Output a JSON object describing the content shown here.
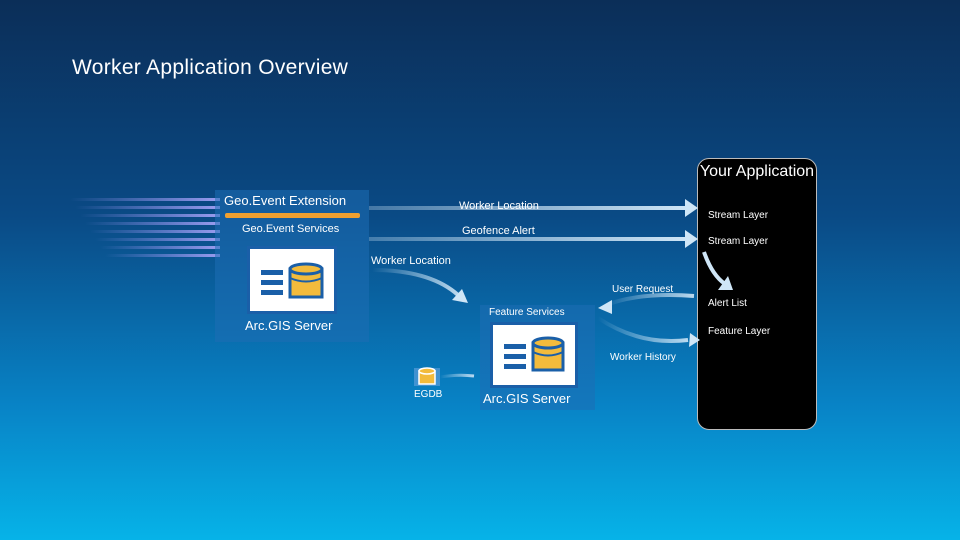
{
  "title": "Worker Application Overview",
  "geoevent": {
    "heading": "Geo.Event Extension",
    "services_label": "Geo.Event Services",
    "server_label": "Arc.GIS Server"
  },
  "arcgis_server": {
    "feature_services_label": "Feature Services",
    "server_label": "Arc.GIS Server",
    "egdb_label": "EGDB"
  },
  "app": {
    "title": "Your Application",
    "layers": [
      "Stream Layer",
      "Stream Layer",
      "Alert List",
      "Feature Layer"
    ]
  },
  "flows": {
    "worker_location_top": "Worker Location",
    "geofence_alert": "Geofence Alert",
    "worker_location_down": "Worker Location",
    "user_request": "User Request",
    "worker_history": "Worker History"
  },
  "colors": {
    "accent_bar": "#f0a030",
    "incoming_stream": "#8a8ce8",
    "arrow": "#cfe6f7"
  }
}
